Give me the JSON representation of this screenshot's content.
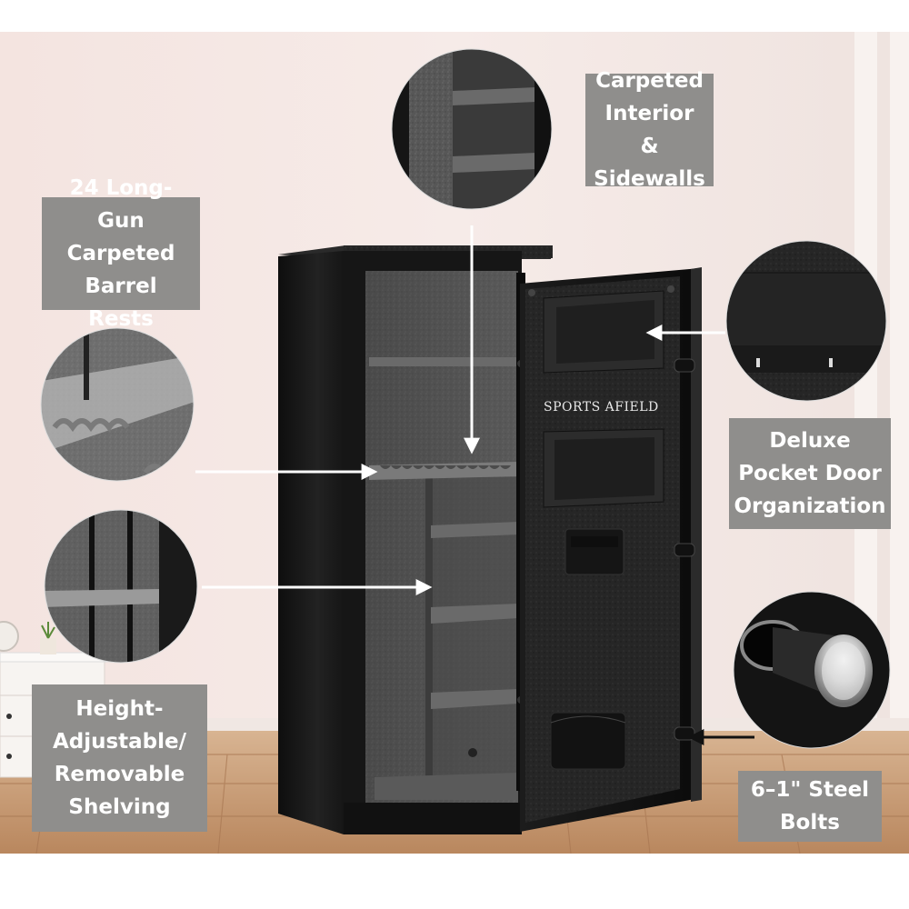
{
  "brand": "SPORTS AFIELD",
  "callouts": {
    "interior": [
      "Carpeted",
      "Interior &",
      "Sidewalls"
    ],
    "barrel_rests": [
      "24 Long-Gun",
      "Carpeted",
      "Barrel Rests"
    ],
    "pocket_door": [
      "Deluxe",
      "Pocket Door",
      "Organization"
    ],
    "shelving": [
      "Height-",
      "Adjustable/",
      "Removable",
      "Shelving"
    ],
    "bolts": [
      "6–1\" Steel",
      "Bolts"
    ]
  },
  "colors": {
    "label_bg": "#8f8e8c",
    "label_text": "#ffffff",
    "safe_body": "#1a1a1a",
    "carpet": "#5a5a5a",
    "floor": "#c49a72",
    "wall": "#f3e5e1"
  }
}
